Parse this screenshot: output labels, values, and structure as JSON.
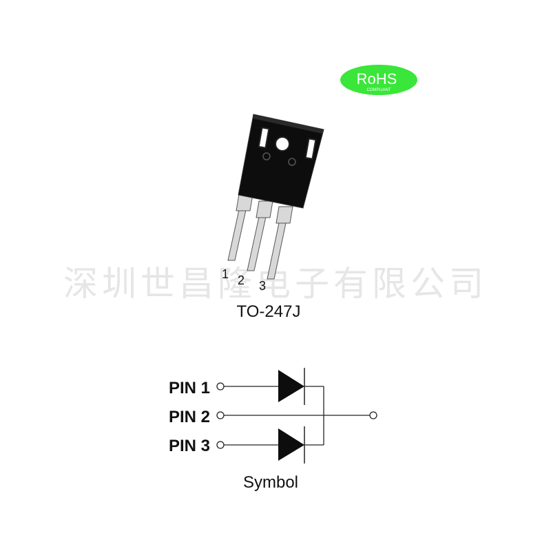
{
  "badge": {
    "title": "RoHS",
    "subtitle": "COMPLIANT",
    "color": "#39e639"
  },
  "package": {
    "name": "TO-247J",
    "pins": [
      "1",
      "2",
      "3"
    ]
  },
  "watermark": "深圳世昌隆电子有限公司",
  "schematic": {
    "pins": [
      "PIN 1",
      "PIN 2",
      "PIN 3"
    ],
    "caption": "Symbol"
  }
}
